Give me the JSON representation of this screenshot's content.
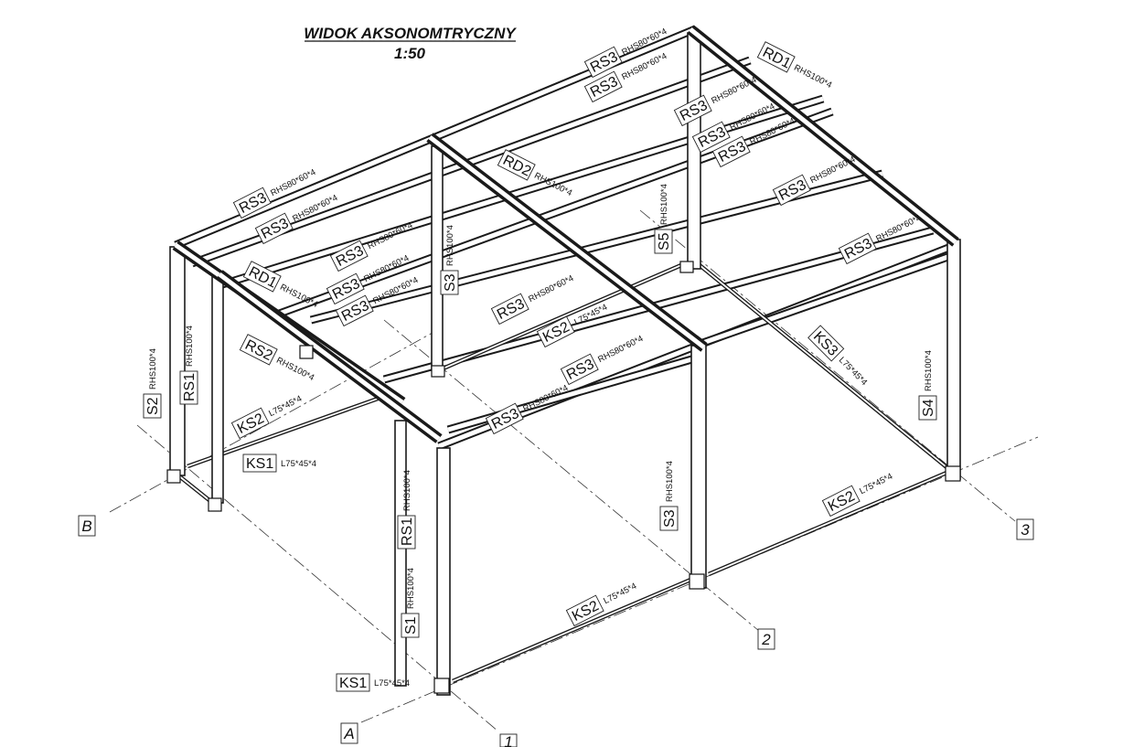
{
  "title": {
    "line1": "WIDOK AKSONOMTRYCZNY",
    "line2": "1:50"
  },
  "grid_axes": {
    "letters": [
      "A",
      "B"
    ],
    "numbers": [
      "1",
      "2",
      "3"
    ]
  },
  "labels": [
    {
      "mark": "RS3",
      "section": "RHS80*60*4",
      "rot": -27
    },
    {
      "mark": "RS3",
      "section": "RHS80*60*4",
      "rot": -27
    },
    {
      "mark": "RD1",
      "section": "RHS100*4",
      "rot": 27
    },
    {
      "mark": "RS3",
      "section": "RHS80*60*4",
      "rot": -27
    },
    {
      "mark": "RS3",
      "section": "RHS80*60*4",
      "rot": -27
    },
    {
      "mark": "RS3",
      "section": "RHS80*60*4",
      "rot": -27
    },
    {
      "mark": "RS3",
      "section": "RHS80*60*4",
      "rot": -27
    },
    {
      "mark": "RS3",
      "section": "RHS80*60*4",
      "rot": -27
    },
    {
      "mark": "RD2",
      "section": "RHS100*4",
      "rot": 27
    },
    {
      "mark": "RS3",
      "section": "RHS80*60*4",
      "rot": -27
    },
    {
      "mark": "RS3",
      "section": "RHS80*60*4",
      "rot": -27
    },
    {
      "mark": "RS3",
      "section": "RHS80*60*4",
      "rot": -27
    },
    {
      "mark": "RD1",
      "section": "RHS100*4",
      "rot": 27
    },
    {
      "mark": "RS3",
      "section": "RHS80*60*4",
      "rot": -27
    },
    {
      "mark": "RS3",
      "section": "RHS80*60*4",
      "rot": -27
    },
    {
      "mark": "RS3",
      "section": "RHS80*60*4",
      "rot": -27
    },
    {
      "mark": "RS3",
      "section": "RHS80*60*4",
      "rot": -27
    },
    {
      "mark": "RS3",
      "section": "RHS80*60*4",
      "rot": -27
    },
    {
      "mark": "KS2",
      "section": "L75*45*4",
      "rot": -27
    },
    {
      "mark": "RS2",
      "section": "RHS100*4",
      "rot": 27
    },
    {
      "mark": "KS2",
      "section": "L75*45*4",
      "rot": -27
    },
    {
      "mark": "KS3",
      "section": "L75*45*4",
      "rot": 45
    },
    {
      "mark": "KS1",
      "section": "L75*45*4",
      "rot": 0
    },
    {
      "mark": "KS2",
      "section": "L75*45*4",
      "rot": -27
    },
    {
      "mark": "KS2",
      "section": "L75*45*4",
      "rot": -27
    },
    {
      "mark": "KS1",
      "section": "L75*45*4",
      "rot": 0
    },
    {
      "mark": "S2",
      "section": "RHS100*4",
      "rot": -90
    },
    {
      "mark": "RS1",
      "section": "RHS100*4",
      "rot": -90
    },
    {
      "mark": "S3",
      "section": "RHS100*4",
      "rot": -90
    },
    {
      "mark": "S5",
      "section": "RHS100*4",
      "rot": -90
    },
    {
      "mark": "S4",
      "section": "RHS100*4",
      "rot": -90
    },
    {
      "mark": "RS1",
      "section": "RHS100*4",
      "rot": -90
    },
    {
      "mark": "S1",
      "section": "RHS100*4",
      "rot": -90
    },
    {
      "mark": "S3",
      "section": "RHS100*4",
      "rot": -90
    }
  ]
}
